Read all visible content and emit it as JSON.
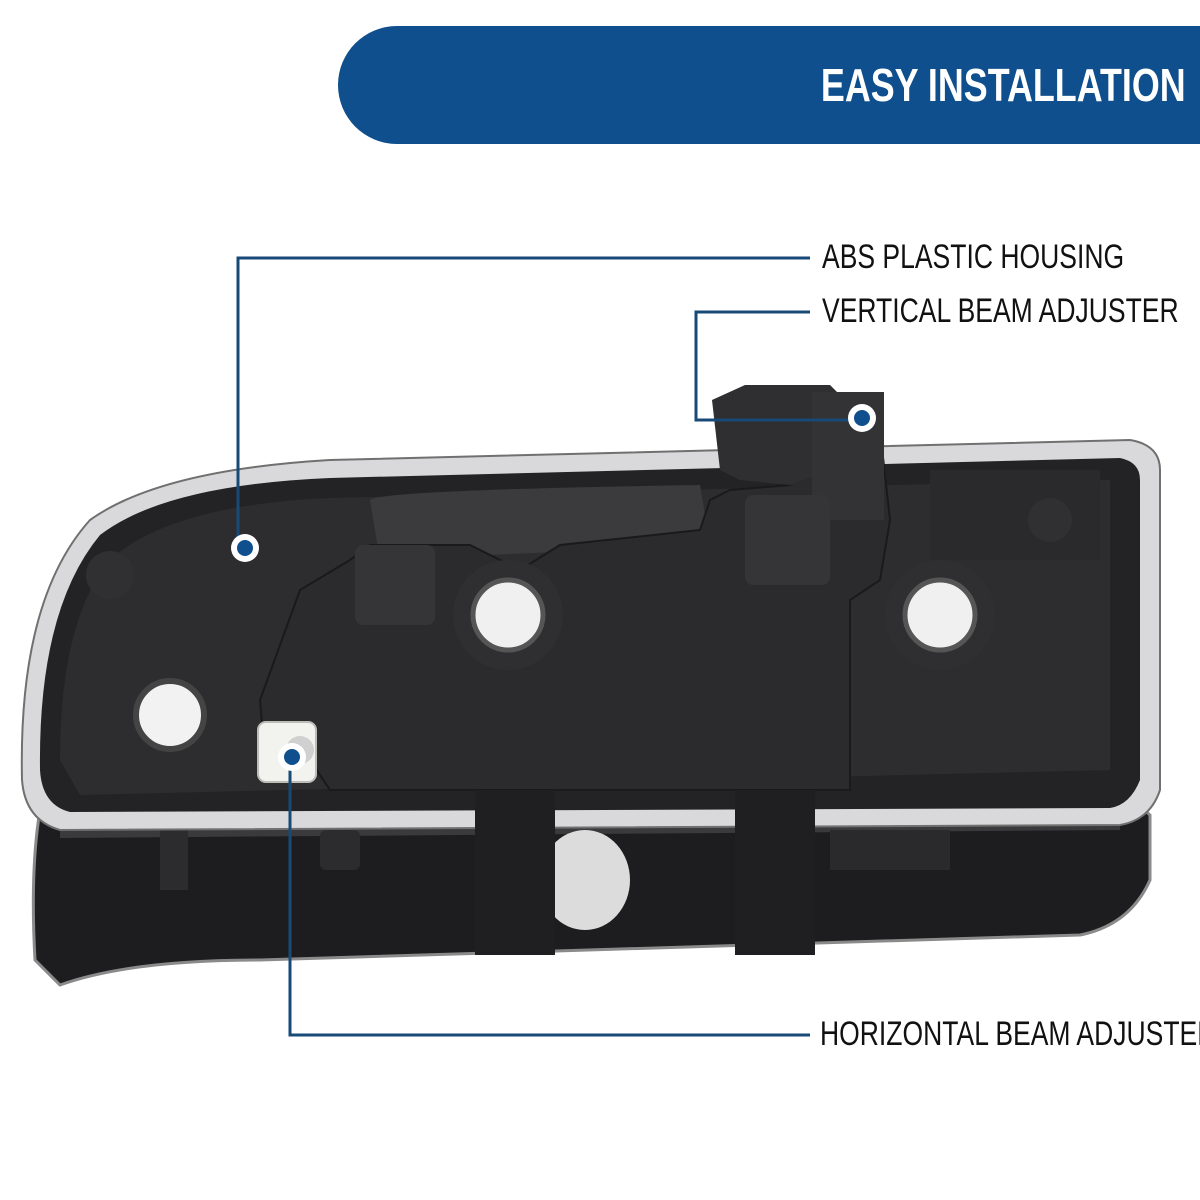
{
  "banner": {
    "title": "EASY INSTALLATION"
  },
  "callouts": {
    "housing": "ABS PLASTIC HOUSING",
    "vertical": "VERTICAL BEAM ADJUSTER",
    "horizontal": "HORIZONTAL BEAM ADJUSTER"
  },
  "colors": {
    "accent": "#0f4f8d",
    "line": "#174a77",
    "background": "#ffffff"
  }
}
